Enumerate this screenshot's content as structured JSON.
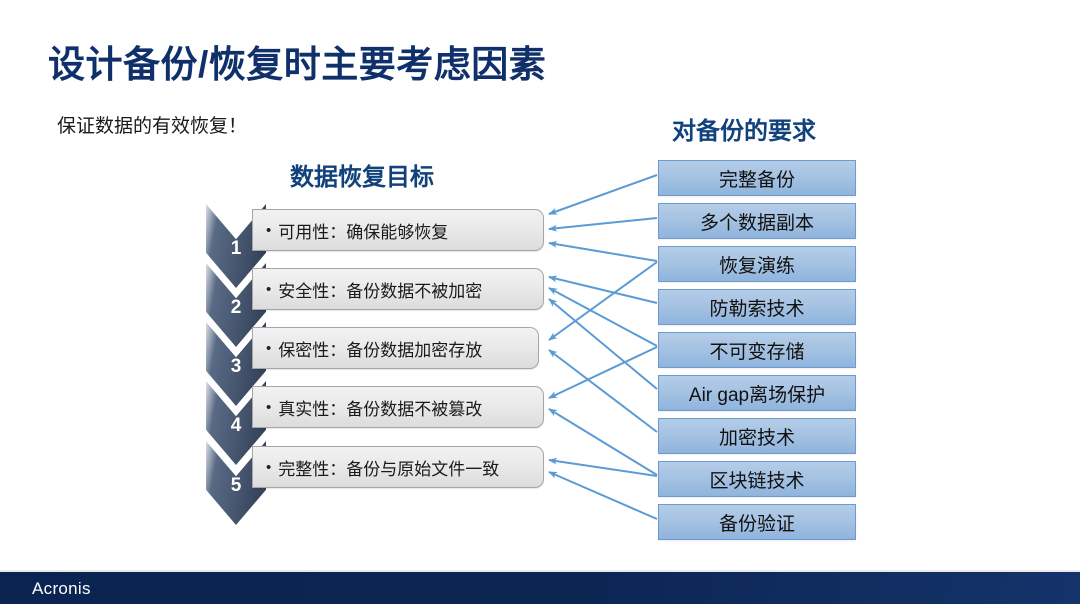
{
  "slide": {
    "title": "设计备份/恢复时主要考虑因素",
    "subtitle": "保证数据的有效恢复！",
    "title_color": "#10306b",
    "heading_color": "#12427c"
  },
  "left_column": {
    "heading": "数据恢复目标",
    "items": [
      {
        "number": "1",
        "bullet": "•",
        "text": "可用性：确保能够恢复"
      },
      {
        "number": "2",
        "bullet": "•",
        "text": "安全性：备份数据不被加密"
      },
      {
        "number": "3",
        "bullet": "•",
        "text": "保密性：备份数据加密存放"
      },
      {
        "number": "4",
        "bullet": "•",
        "text": "真实性：备份数据不被篡改"
      },
      {
        "number": "5",
        "bullet": "•",
        "text": "完整性：备份与原始文件一致"
      }
    ]
  },
  "right_column": {
    "heading": "对备份的要求",
    "items": [
      {
        "text": "完整备份"
      },
      {
        "text": "多个数据副本"
      },
      {
        "text": "恢复演练"
      },
      {
        "text": "防勒索技术"
      },
      {
        "text": "不可变存储"
      },
      {
        "text": "Air gap离场保护"
      },
      {
        "text": "加密技术"
      },
      {
        "text": "区块链技术"
      },
      {
        "text": "备份验证"
      }
    ]
  },
  "connectors": {
    "color": "#5b9bd5",
    "links": [
      {
        "from": "完整备份",
        "to": "可用性：确保能够恢复"
      },
      {
        "from": "多个数据副本",
        "to": "可用性：确保能够恢复"
      },
      {
        "from": "恢复演练",
        "to": "可用性：确保能够恢复"
      },
      {
        "from": "防勒索技术",
        "to": "安全性：备份数据不被加密"
      },
      {
        "from": "不可变存储",
        "to": "安全性：备份数据不被加密"
      },
      {
        "from": "Air gap离场保护",
        "to": "安全性：备份数据不被加密"
      },
      {
        "from": "恢复演练",
        "to": "保密性：备份数据加密存放"
      },
      {
        "from": "加密技术",
        "to": "保密性：备份数据加密存放"
      },
      {
        "from": "不可变存储",
        "to": "真实性：备份数据不被篡改"
      },
      {
        "from": "区块链技术",
        "to": "真实性：备份数据不被篡改"
      },
      {
        "from": "区块链技术",
        "to": "完整性：备份与原始文件一致"
      },
      {
        "from": "备份验证",
        "to": "完整性：备份与原始文件一致"
      }
    ]
  },
  "footer": {
    "logo": "Acronis",
    "background": "#0b2350"
  }
}
